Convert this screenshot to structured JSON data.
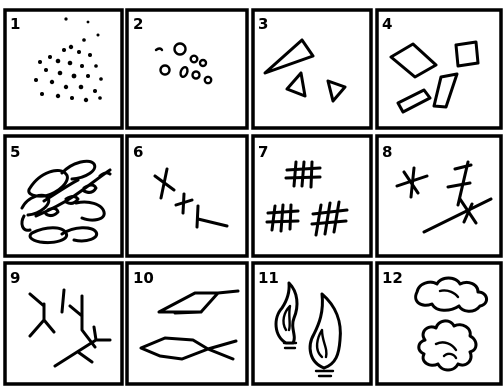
{
  "cells": [
    {
      "label": "1"
    },
    {
      "label": "2"
    },
    {
      "label": "3"
    },
    {
      "label": "4"
    },
    {
      "label": "5"
    },
    {
      "label": "6"
    },
    {
      "label": "7"
    },
    {
      "label": "8"
    },
    {
      "label": "9"
    },
    {
      "label": "10"
    },
    {
      "label": "11"
    },
    {
      "label": "12"
    }
  ]
}
